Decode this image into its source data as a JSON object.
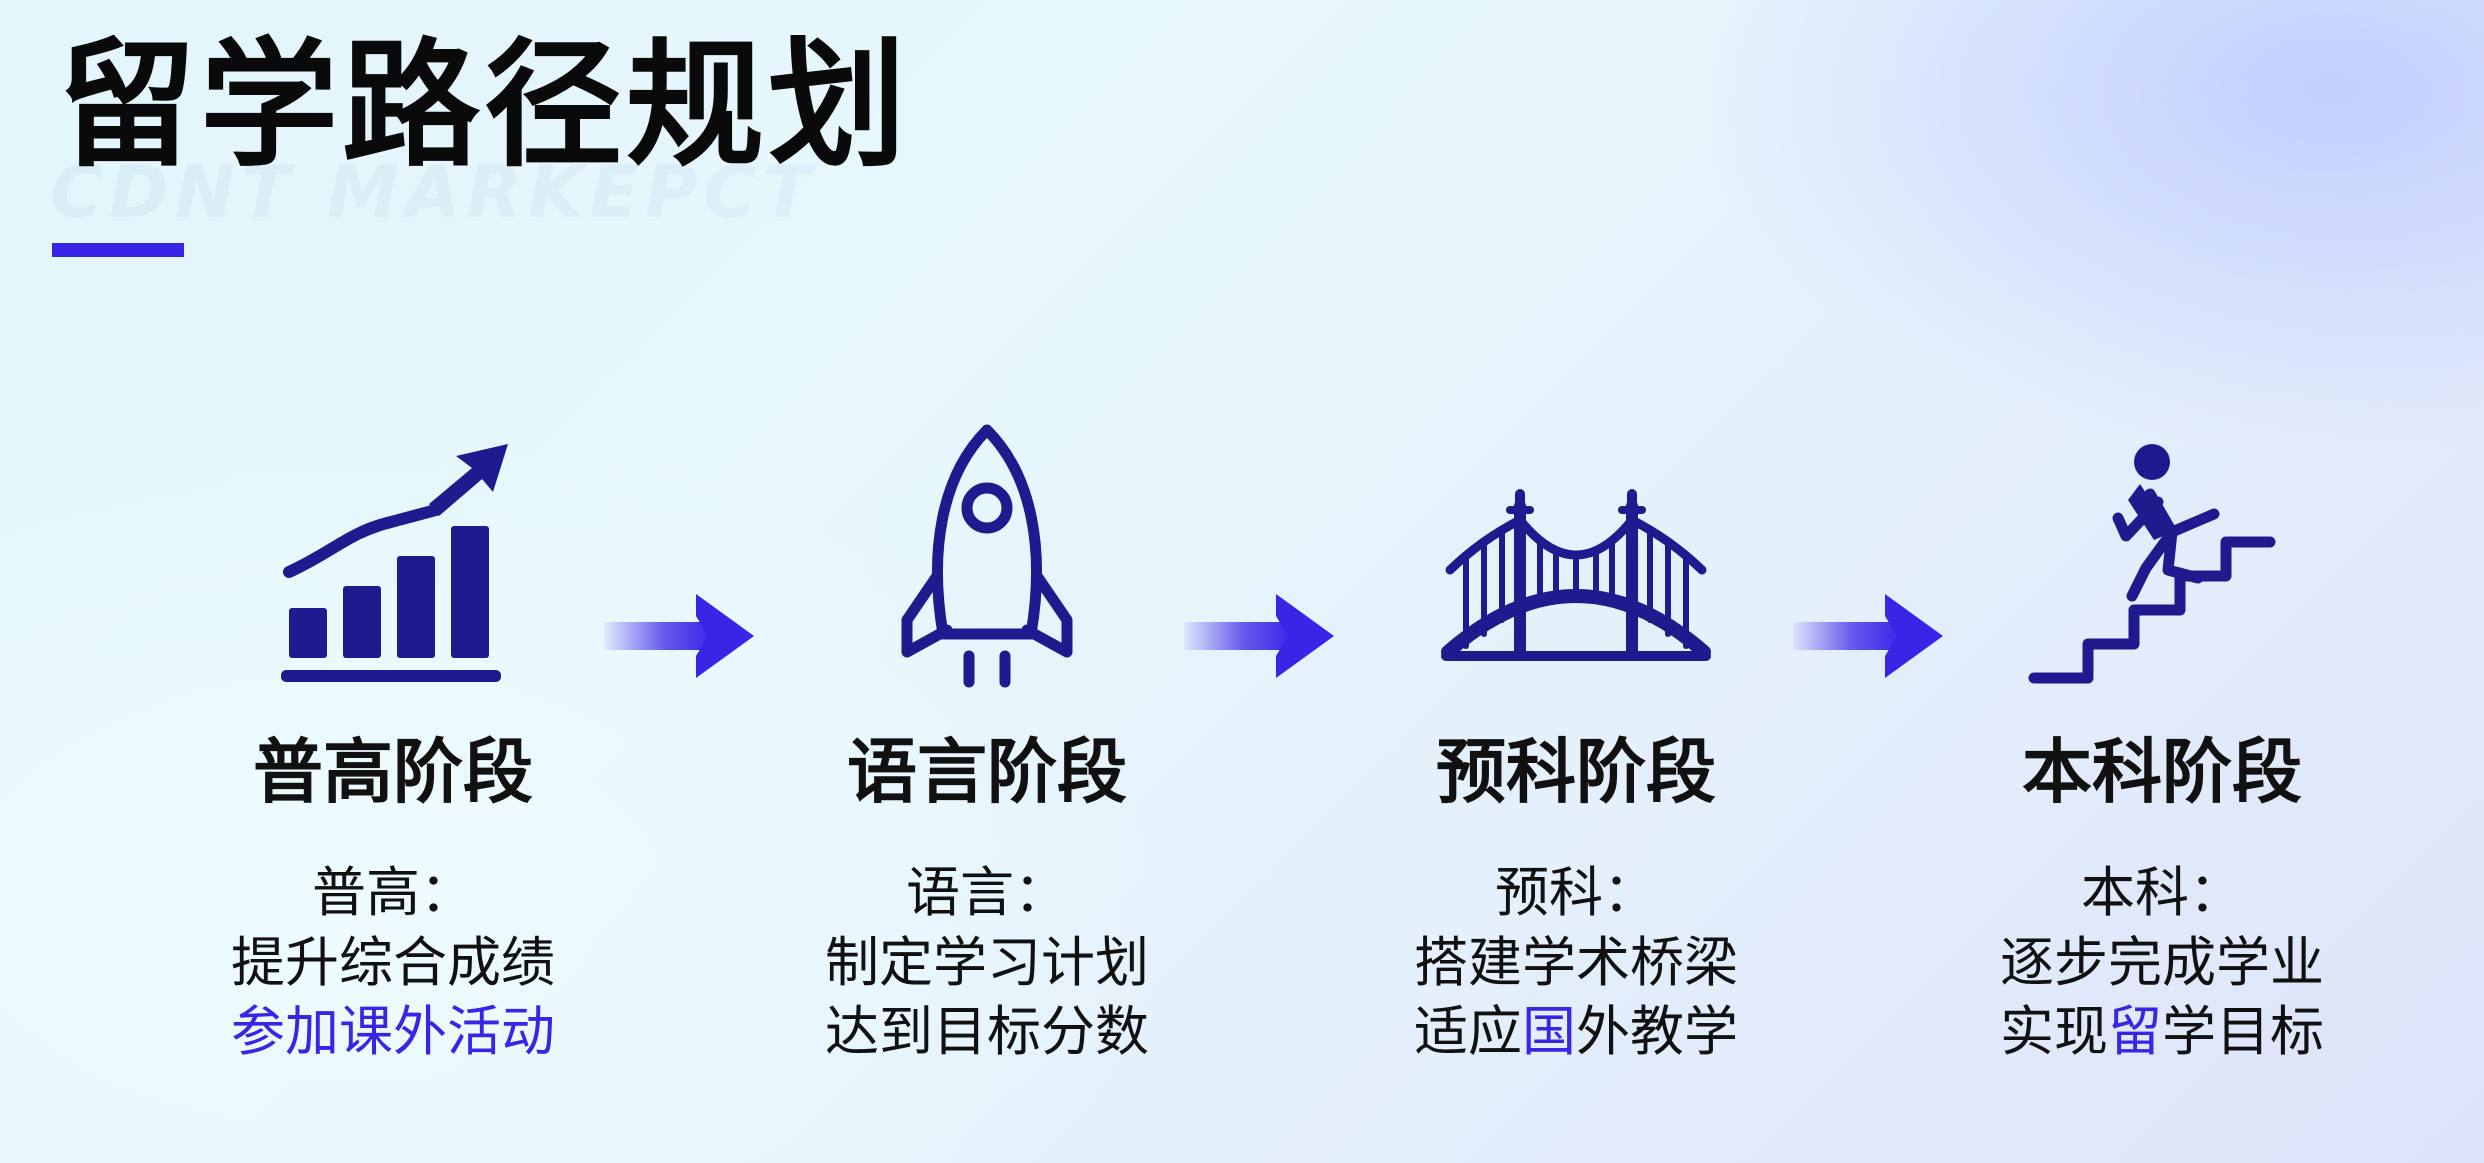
{
  "page": {
    "title": "留学路径规划",
    "watermark": "CDNT MARKEPCT"
  },
  "colors": {
    "accent": "#3a24e6",
    "icon": "#1f1b8f",
    "text": "#111111"
  },
  "stages": [
    {
      "icon": "bar-chart-growth-icon",
      "name": "普高阶段",
      "desc_title": "普高：",
      "line1": "提升综合成绩",
      "line2": "参加课外活动"
    },
    {
      "icon": "rocket-icon",
      "name": "语言阶段",
      "desc_title": "语言：",
      "line1": "制定学习计划",
      "line2": "达到目标分数"
    },
    {
      "icon": "bridge-icon",
      "name": "预科阶段",
      "desc_title": "预科：",
      "line1": "搭建学术桥梁",
      "line2_pre": "适应",
      "line2_accent": "国",
      "line2_post": "外教学"
    },
    {
      "icon": "climbing-stairs-icon",
      "name": "本科阶段",
      "desc_title": "本科：",
      "line1": "逐步完成学业",
      "line2_pre": "实现",
      "line2_accent": "留",
      "line2_post": "学目标"
    }
  ]
}
